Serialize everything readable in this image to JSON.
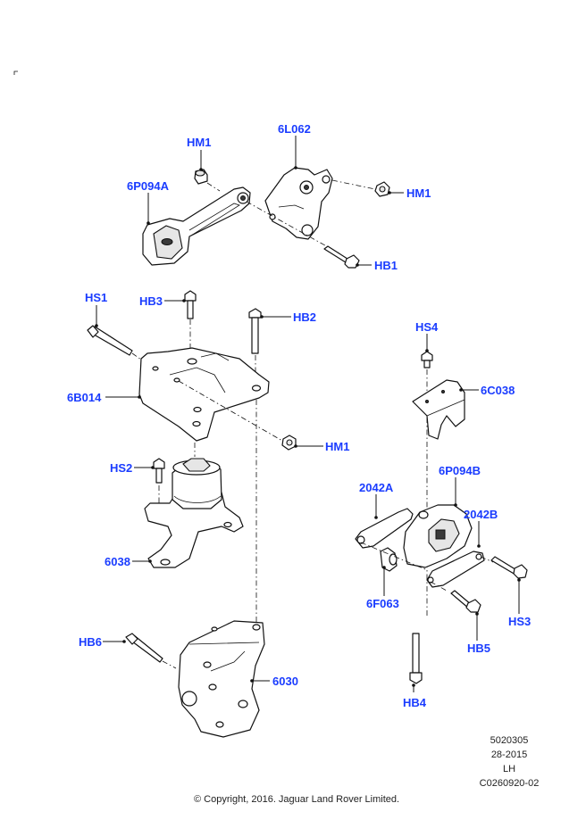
{
  "diagram": {
    "accent_color": "#1a3cff",
    "callouts": {
      "hm1_top": "HM1",
      "l6062": "6L062",
      "p6094a": "6P094A",
      "hm1_right": "HM1",
      "hb1": "HB1",
      "hs1": "HS1",
      "hb3": "HB3",
      "hb2": "HB2",
      "b6014": "6B014",
      "hm1_mid": "HM1",
      "hs2": "HS2",
      "p6038": "6038",
      "hb6": "HB6",
      "p6030": "6030",
      "hs4": "HS4",
      "c6038": "6C038",
      "a2042": "2042A",
      "p6094b": "6P094B",
      "b2042": "2042B",
      "f6063": "6F063",
      "hs3": "HS3",
      "hb5": "HB5",
      "hb4": "HB4"
    },
    "meta": {
      "illustration_no": "5020305",
      "code": "28-2015",
      "side": "LH",
      "ref": "C0260920-02"
    },
    "copyright": "© Copyright, 2016. Jaguar Land Rover Limited."
  }
}
